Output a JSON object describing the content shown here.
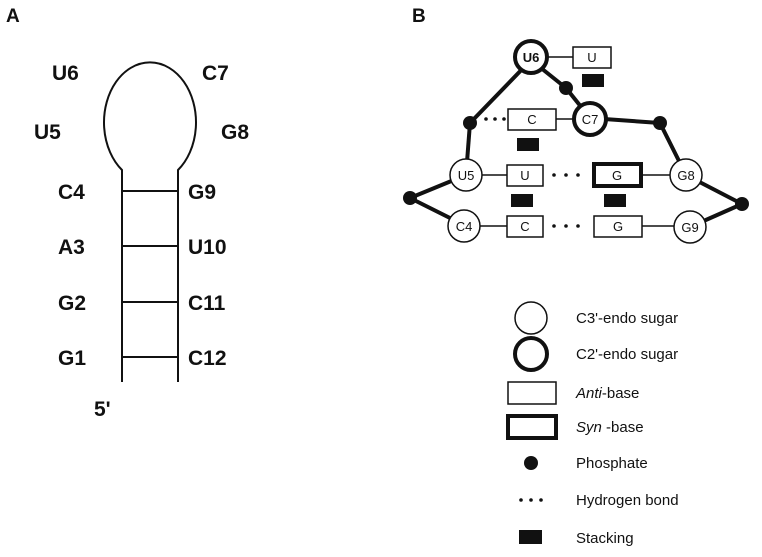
{
  "panel_a": {
    "letter": "A",
    "loop_left": [
      "U6",
      "U5"
    ],
    "loop_right": [
      "C7",
      "G8"
    ],
    "stem_left": [
      "C4",
      "A3",
      "G2",
      "G1"
    ],
    "stem_right": [
      "G9",
      "U10",
      "C11",
      "C12"
    ],
    "five_prime": "5'"
  },
  "panel_b": {
    "letter": "B",
    "sugars": {
      "u6": "U6",
      "c7": "C7",
      "u5": "U5",
      "g8": "G8",
      "c4": "C4",
      "g9": "G9"
    },
    "bases": {
      "u6": "U",
      "c_top": "C",
      "u5": "U",
      "g8": "G",
      "c4": "C",
      "g9": "G"
    }
  },
  "legend": {
    "c3_endo": "C3'-endo sugar",
    "c2_endo": "C2'-endo sugar",
    "anti_prefix": "Anti",
    "anti_suffix": "-base",
    "syn_prefix": "Syn",
    "syn_suffix": " -base",
    "phosphate": "Phosphate",
    "hbond": "Hydrogen bond",
    "stacking": "Stacking"
  }
}
